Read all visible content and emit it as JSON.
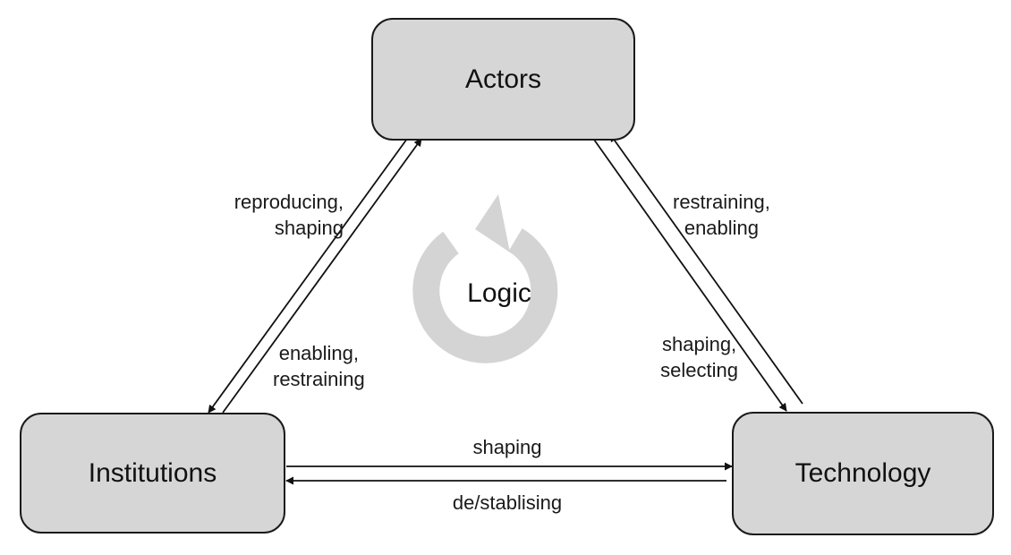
{
  "nodes": {
    "actors": "Actors",
    "institutions": "Institutions",
    "technology": "Technology"
  },
  "center": {
    "label": "Logic",
    "icon": "circular-arrow-icon",
    "icon_color": "#d4d4d4"
  },
  "edges": {
    "actors_to_institutions": [
      "reproducing,",
      "shaping"
    ],
    "institutions_to_actors": [
      "enabling,",
      "restraining"
    ],
    "actors_to_technology": [
      "restraining,",
      "enabling"
    ],
    "technology_to_actors": [
      "shaping,",
      "selecting"
    ],
    "institutions_to_technology": "shaping",
    "technology_to_institutions": "de/stablising"
  },
  "colors": {
    "node_fill": "#d6d6d6",
    "node_border": "#1a1a1a",
    "arrow": "#111111"
  }
}
